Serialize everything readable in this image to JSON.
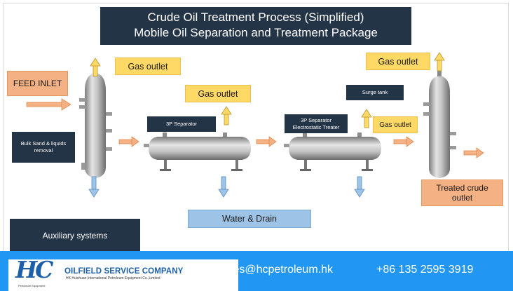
{
  "title": {
    "line1": "Crude Oil Treatment Process (Simplified)",
    "line2": "Mobile Oil Separation and Treatment Package"
  },
  "labels": {
    "feed_inlet": "FEED INLET",
    "gas_outlet_1": "Gas outlet",
    "gas_outlet_2": "Gas outlet",
    "gas_outlet_3": "Gas outlet",
    "gas_outlet_4": "Gas outlet",
    "bulk_sand": "Bulk Sand & liquids removal",
    "separator_1": "3P Separator",
    "separator_2_line1": "3P Separator",
    "separator_2_line2": "Electrostatic Treater",
    "surge_tank": "Surge tank",
    "treated_crude": "Treated crude outlet",
    "water_drain": "Water & Drain",
    "auxiliary": "Auxiliary systems"
  },
  "footer": {
    "logo": "HC",
    "logo_sub": "Petroleum Equipment",
    "company": "OILFIELD SERVICE COMPANY",
    "company_sub": "HK Huichuan International Petroleum Equipment Co.,Limited",
    "email": "sales@hcpetroleum.hk",
    "phone": "+86 135 2595 3919"
  },
  "colors": {
    "dark_navy": "#243447",
    "gas_yellow": "#ffd966",
    "feed_orange": "#f4b183",
    "water_blue": "#9dc3e6",
    "footer_blue": "#2196f3"
  }
}
